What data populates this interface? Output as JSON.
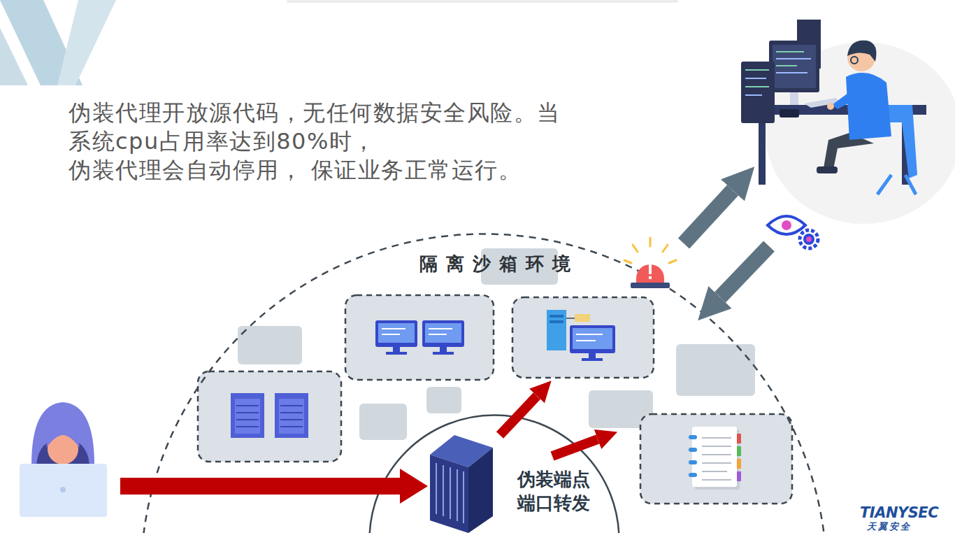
{
  "diagram": {
    "nodes": [
      {
        "text": [
          "隔离沙箱环境"
        ]
      },
      {
        "text": [
          "伪装端点 端口转发"
        ],
        "in": 0
      }
    ],
    "labels": [
      "伪装代理开放源代码，无任何数据安全风险。当 系统cpu占用率达到80%时，伪装代理会自动停用， 保证业务正常运行。",
      "TIANYSEC",
      "天翼安全"
    ]
  }
}
